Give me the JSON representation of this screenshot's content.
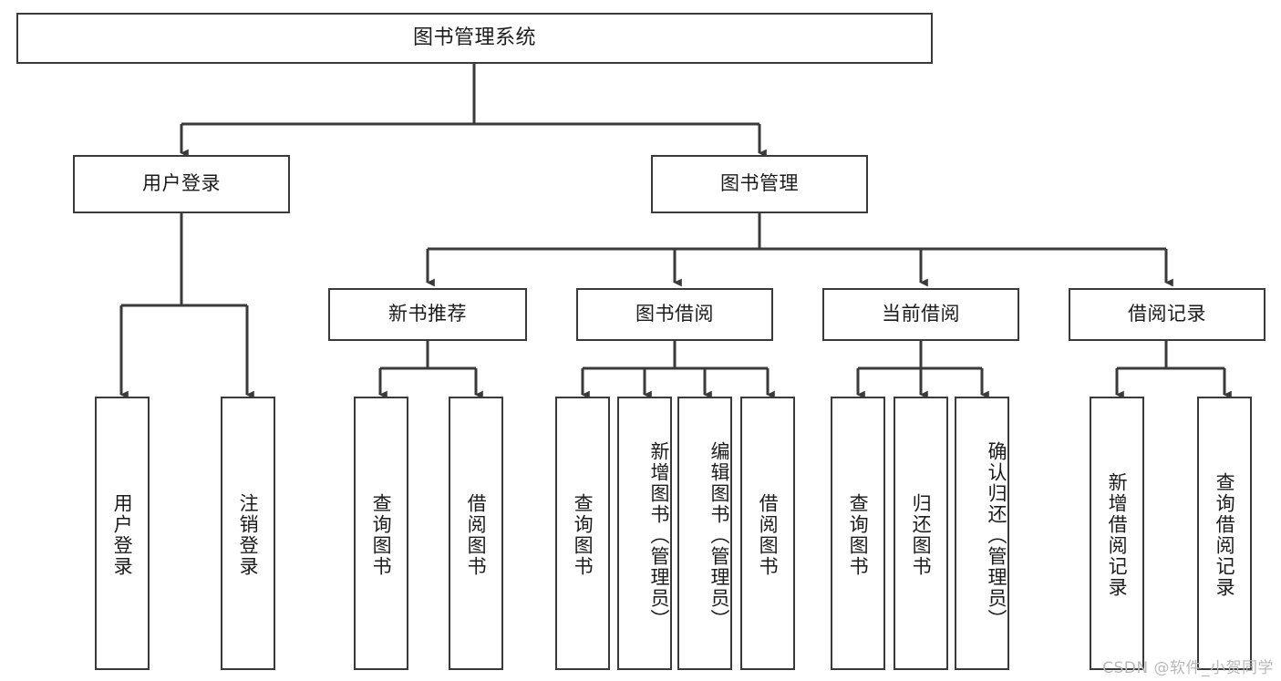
{
  "diagram": {
    "title": "图书管理系统",
    "style": {
      "box_border_color": "#3a3a3a",
      "box_fill_color": "#ffffff",
      "line_color": "#3a3a3a",
      "text_color": "#1b1b1b",
      "background": "#ffffff"
    },
    "root": {
      "label": "图书管理系统"
    },
    "level2": [
      {
        "label": "用户登录"
      },
      {
        "label": "图书管理"
      }
    ],
    "level3": [
      {
        "label": "新书推荐"
      },
      {
        "label": "图书借阅"
      },
      {
        "label": "当前借阅"
      },
      {
        "label": "借阅记录"
      }
    ],
    "leaves": {
      "user_login": [
        {
          "label": "用户登录"
        },
        {
          "label": "注销登录"
        }
      ],
      "new_book_recommend": [
        {
          "label": "查询图书"
        },
        {
          "label": "借阅图书"
        }
      ],
      "book_borrow": [
        {
          "label": "查询图书"
        },
        {
          "label": "新增图书（管理员）"
        },
        {
          "label": "编辑图书（管理员）"
        },
        {
          "label": "借阅图书"
        }
      ],
      "current_borrow": [
        {
          "label": "查询图书"
        },
        {
          "label": "归还图书"
        },
        {
          "label": "确认归还（管理员）"
        }
      ],
      "borrow_records": [
        {
          "label": "新增借阅记录"
        },
        {
          "label": "查询借阅记录"
        }
      ]
    }
  },
  "watermark": {
    "text": "CSDN @软件_小贺同学"
  }
}
